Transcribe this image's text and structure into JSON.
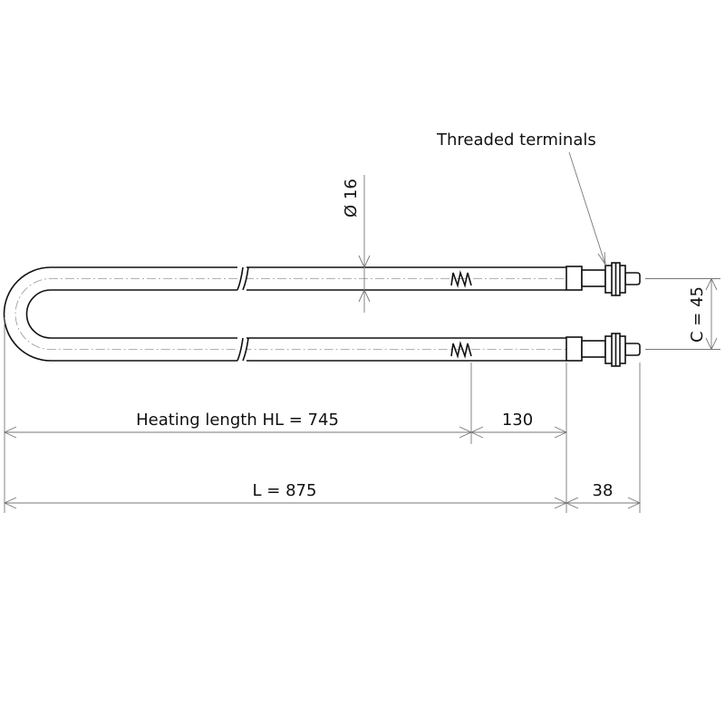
{
  "labels": {
    "terminals": "Threaded terminals",
    "diameter": "Ø 16",
    "heating_length": "Heating length HL = 745",
    "cold_zone": "130",
    "length": "L = 875",
    "terminal_length": "38",
    "center_distance": "C = 45"
  }
}
